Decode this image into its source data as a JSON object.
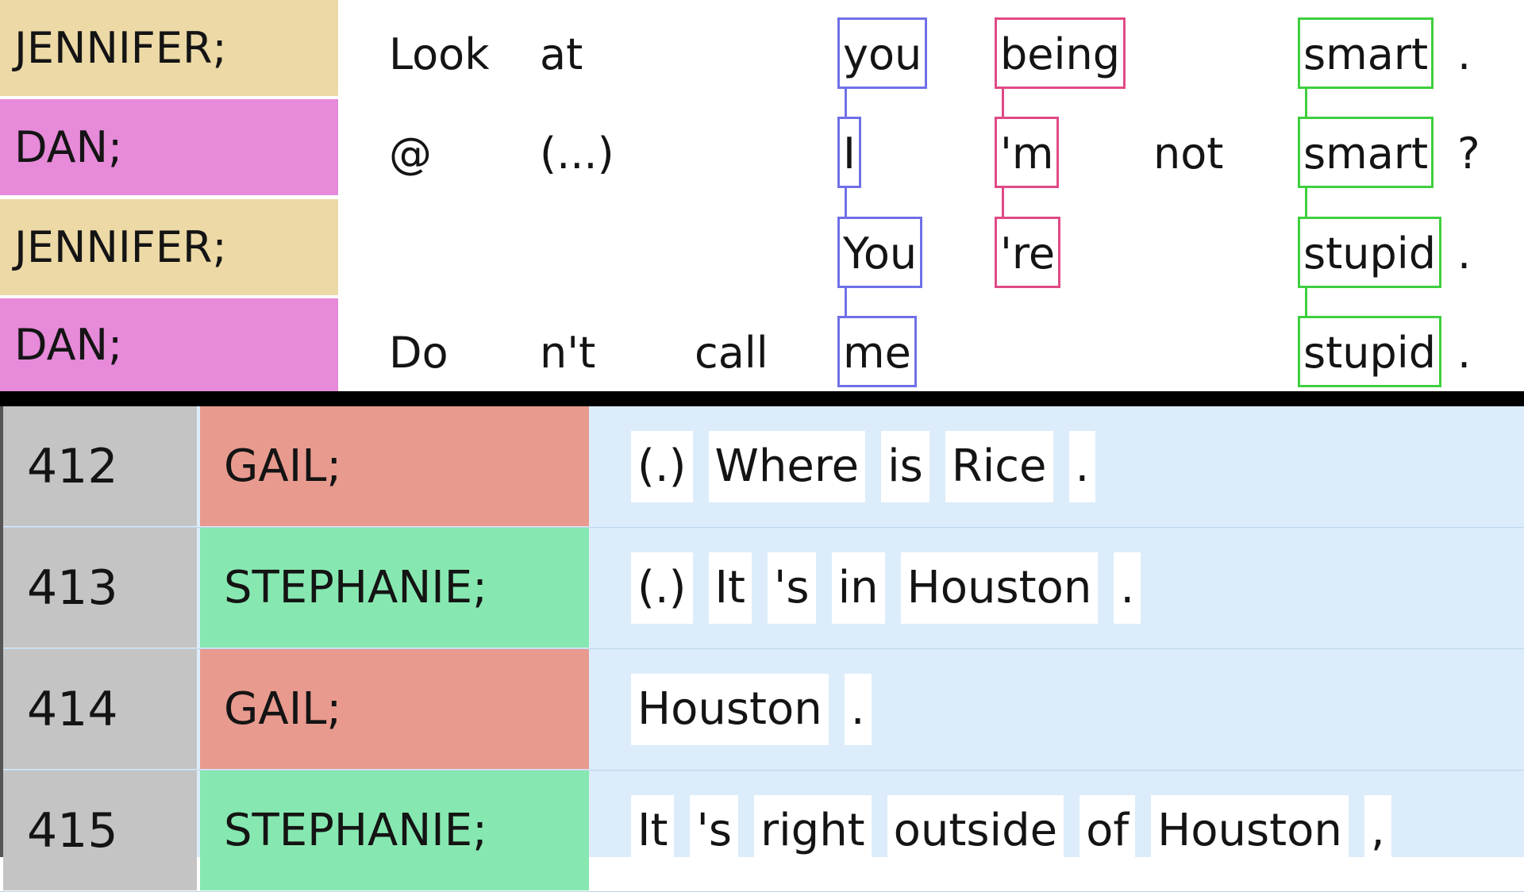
{
  "alignment_view": {
    "rows": [
      {
        "speaker": "JENNIFER;",
        "color": "#ecd9a6",
        "tokens": [
          {
            "text": "Look",
            "col": 0
          },
          {
            "text": "at",
            "col": 1
          },
          {
            "text": "you",
            "col": 3,
            "highlight": "blue"
          },
          {
            "text": "being",
            "col": 4,
            "highlight": "pink"
          },
          {
            "text": ".",
            "col": 7
          }
        ],
        "smart": {
          "text": "smart",
          "col": 6,
          "highlight": "green"
        }
      },
      {
        "speaker": "DAN;",
        "color": "#e68ad9",
        "tokens": [
          {
            "text": "@",
            "col": 0
          },
          {
            "text": "(...)",
            "col": 1
          },
          {
            "text": "I",
            "col": 3,
            "highlight": "blue"
          },
          {
            "text": "'m",
            "col": 4,
            "highlight": "pink"
          },
          {
            "text": "not",
            "col": 5
          },
          {
            "text": "?",
            "col": 7
          }
        ],
        "smart": {
          "text": "smart",
          "col": 6,
          "highlight": "green"
        }
      },
      {
        "speaker": "JENNIFER;",
        "color": "#ecd9a6",
        "tokens": [
          {
            "text": "You",
            "col": 3,
            "highlight": "blue"
          },
          {
            "text": "'re",
            "col": 4,
            "highlight": "pink"
          },
          {
            "text": ".",
            "col": 7
          }
        ],
        "smart": {
          "text": "stupid",
          "col": 6,
          "highlight": "green"
        }
      },
      {
        "speaker": "DAN;",
        "color": "#e68ad9",
        "tokens": [
          {
            "text": "Do",
            "col": 0
          },
          {
            "text": "n't",
            "col": 1
          },
          {
            "text": "call",
            "col": 2
          },
          {
            "text": "me",
            "col": 3,
            "highlight": "blue"
          },
          {
            "text": ".",
            "col": 7
          }
        ],
        "smart": {
          "text": "stupid",
          "col": 6,
          "highlight": "green"
        }
      }
    ],
    "highlight_colors": {
      "blue": "#7070e8",
      "pink": "#e04a86",
      "green": "#3fcf3f"
    }
  },
  "transcript": {
    "rows": [
      {
        "line": "412",
        "speaker": "GAIL;",
        "speaker_color": "#e89a8e",
        "tokens": [
          "(.)",
          "Where",
          "is",
          "Rice",
          "."
        ]
      },
      {
        "line": "413",
        "speaker": "STEPHANIE;",
        "speaker_color": "#86e8b0",
        "tokens": [
          "(.)",
          "It",
          "'s",
          "in",
          "Houston",
          "."
        ]
      },
      {
        "line": "414",
        "speaker": "GAIL;",
        "speaker_color": "#e89a8e",
        "tokens": [
          "Houston",
          "."
        ]
      },
      {
        "line": "415",
        "speaker": "STEPHANIE;",
        "speaker_color": "#86e8b0",
        "tokens": [
          "It",
          "'s",
          "right",
          "outside",
          "of",
          "Houston",
          ","
        ]
      }
    ]
  }
}
